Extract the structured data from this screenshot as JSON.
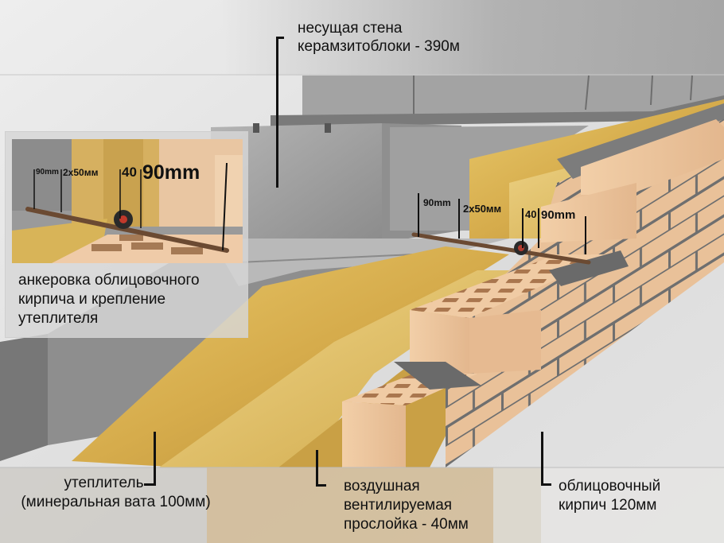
{
  "diagram": {
    "title": "Wall construction layers",
    "colors": {
      "background": "#e6e6e6",
      "block_gray": "#9a9a9a",
      "block_dark": "#7d7d7d",
      "insulation": "#d9b455",
      "insulation_dark": "#b8923a",
      "brick": "#efc9a2",
      "brick_shadow": "#d6a982",
      "mortar": "#6f6f6f",
      "rebar": "#6b4a32",
      "text": "#111111"
    }
  },
  "labels": {
    "load_bearing_wall": {
      "line1": "несущая стена",
      "line2": "керамзитоблоки - 390м"
    },
    "anchoring": {
      "line1": "анкеровка облицовочного",
      "line2": "кирпича и крепление",
      "line3": "утеплителя"
    },
    "insulation": {
      "line1": "утеплитель",
      "line2": "(минеральная вата 100мм)"
    },
    "air_gap": {
      "line1": "воздушная",
      "line2": "вентилируемая",
      "line3": "прослойка - 40мм"
    },
    "facing_brick": {
      "line1": "облицовочный",
      "line2": "кирпич 120мм"
    }
  },
  "dimensions": {
    "main": [
      "90mm",
      "2x50мм",
      "40",
      "90mm"
    ],
    "inset": [
      "90mm",
      "2x50мм",
      "40",
      "90mm"
    ]
  }
}
